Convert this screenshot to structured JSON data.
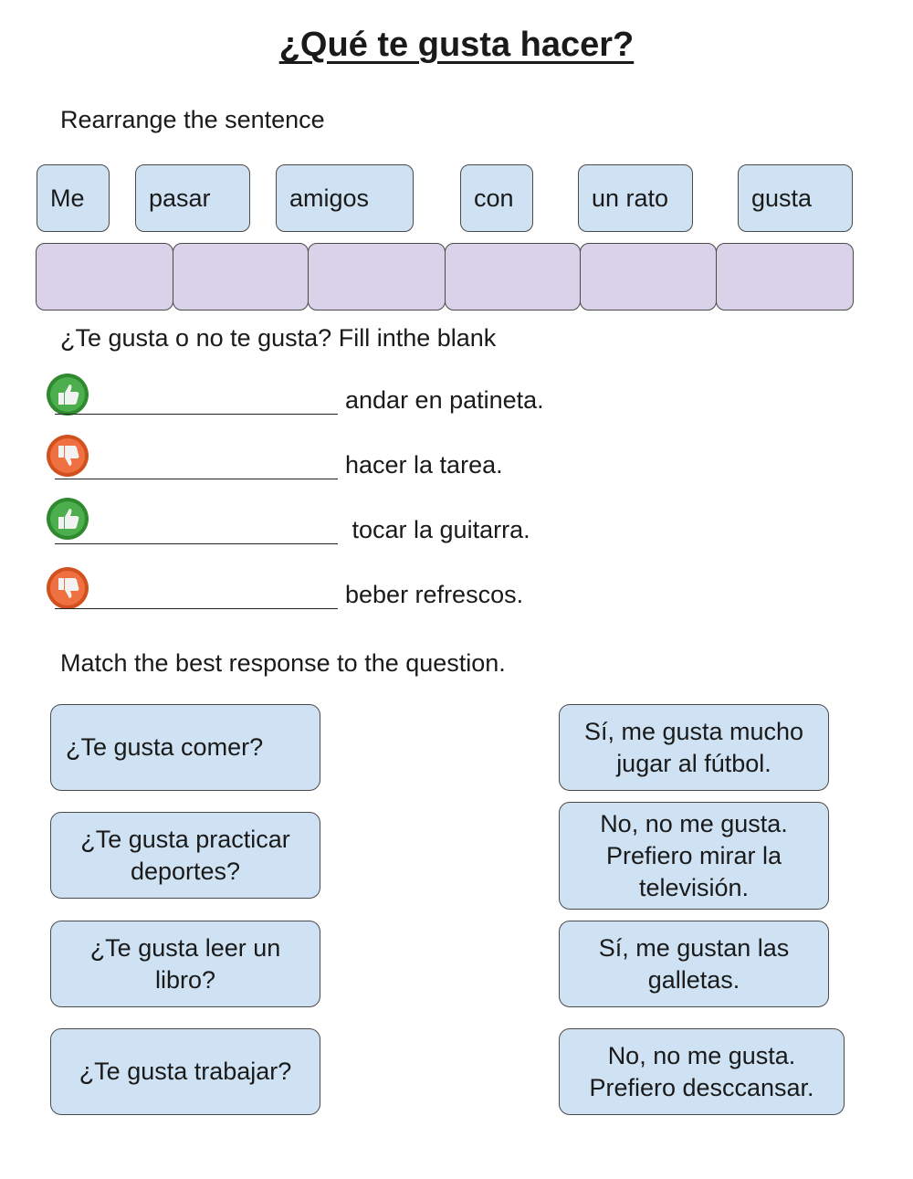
{
  "title": "¿Qué te gusta hacer?",
  "section1": {
    "heading": "Rearrange the sentence",
    "words": [
      "Me",
      "pasar",
      "amigos",
      "con",
      "un rato",
      "gusta"
    ]
  },
  "section2": {
    "heading": "¿Te gusta o no te gusta? Fill inthe blank",
    "items": [
      {
        "icon": "thumbs-up-icon",
        "phrase": "andar en patineta."
      },
      {
        "icon": "thumbs-down-icon",
        "phrase": "hacer la tarea."
      },
      {
        "icon": "thumbs-up-icon",
        "phrase": " tocar la guitarra."
      },
      {
        "icon": "thumbs-down-icon",
        "phrase": "beber refrescos."
      }
    ]
  },
  "section3": {
    "heading": "Match the best response to the question.",
    "questions": [
      "¿Te gusta comer?",
      "¿Te gusta practicar deportes?",
      "¿Te gusta leer un libro?",
      "¿Te gusta trabajar?"
    ],
    "responses": [
      "Sí, me gusta mucho jugar al fútbol.",
      "No, no me gusta. Prefiero mirar la televisión.",
      "Sí, me gustan las galletas.",
      "No, no me gusta. Prefiero desccansar."
    ]
  },
  "colors": {
    "tile": "#cfe2f3",
    "slot": "#d9d2e9",
    "like": "#3b9a3b",
    "dislike": "#e8622c"
  }
}
